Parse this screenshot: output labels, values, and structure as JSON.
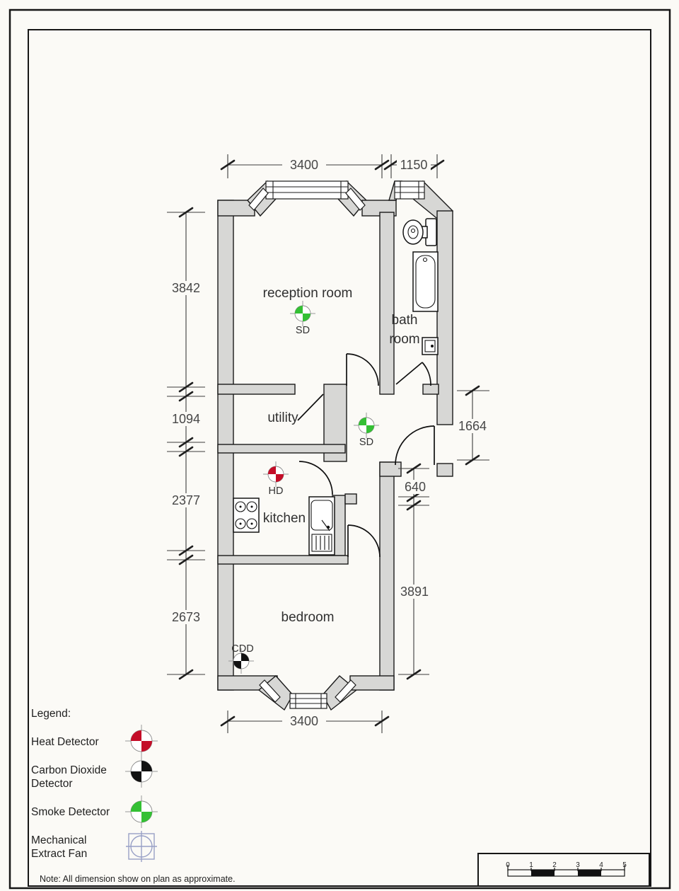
{
  "rooms": {
    "reception": "reception room",
    "bath1": "bath",
    "bath2": "room",
    "utility": "utility",
    "kitchen": "kitchen",
    "bedroom": "bedroom"
  },
  "markers": {
    "sd_reception": "SD",
    "sd_hall": "SD",
    "hd_kitchen": "HD",
    "cdd_bedroom": "CDD"
  },
  "dims": {
    "top_main": "3400",
    "top_right": "1150",
    "left_reception": "3842",
    "left_utility": "1094",
    "left_kitchen": "2377",
    "left_bedroom": "2673",
    "right_bath": "1664",
    "right_step": "640",
    "right_bedroom": "3891",
    "bottom_main": "3400"
  },
  "legend": {
    "title": "Legend:",
    "heat": "Heat Detector",
    "co2a": "Carbon Dioxide",
    "co2b": "Detector",
    "smoke": "Smoke Detector",
    "fana": "Mechanical",
    "fanb": "Extract Fan"
  },
  "note": {
    "text": "Note: All dimension show on plan as approximate."
  },
  "scale": {
    "ticks": [
      "0",
      "1",
      "2",
      "3",
      "4",
      "5"
    ]
  },
  "colors": {
    "heat": "#c40d28",
    "smoke": "#34c034",
    "co2": "#121212",
    "fan": "#98a0c6",
    "wall_fill": "#d7d7d5"
  }
}
